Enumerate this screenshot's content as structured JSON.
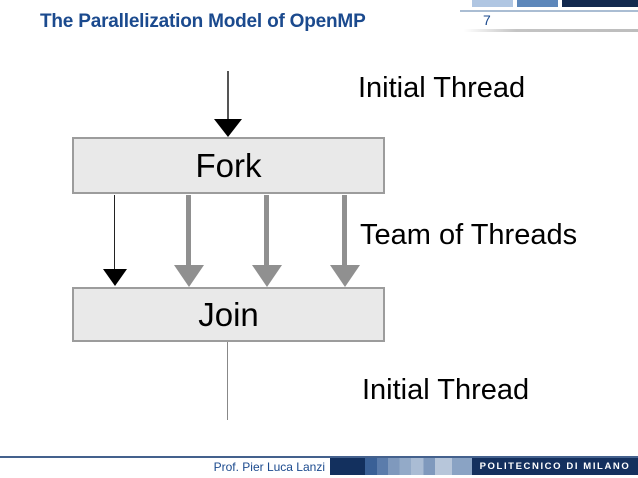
{
  "header": {
    "title": "The Parallelization Model of OpenMP",
    "page_number": "7"
  },
  "diagram": {
    "initial_thread_top_label": "Initial Thread",
    "fork_box_label": "Fork",
    "team_of_threads_label": "Team of Threads",
    "join_box_label": "Join",
    "initial_thread_bottom_label": "Initial Thread",
    "team_thread_count": 4
  },
  "footer": {
    "author": "Prof. Pier Luca Lanzi",
    "institution": "POLITECNICO DI MILANO"
  },
  "colors": {
    "title_blue": "#1b4a8e",
    "header_bar_light": "#b0c6e2",
    "header_bar_medium": "#5d87ba",
    "header_bar_dark": "#12294e",
    "box_fill": "#e9e9e9",
    "box_border": "#9c9c9c",
    "arrow_gray": "#909090",
    "arrow_black": "#000000",
    "footer_navy": "#14305e"
  }
}
